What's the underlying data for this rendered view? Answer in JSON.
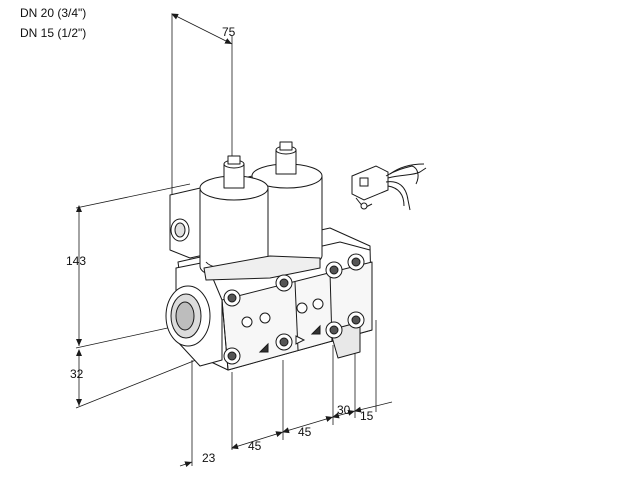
{
  "header": {
    "line1": "DN 20 (3/4\")",
    "line2": "DN 15 (1/2\")"
  },
  "dimensions": {
    "width_top": "75",
    "height": "143",
    "inlet_height": "32",
    "depth_left": "23",
    "spacing_1": "45",
    "spacing_2": "45",
    "offset_1": "30",
    "offset_2": "15"
  },
  "colors": {
    "line": "#1a1a1a",
    "body_fill": "#ffffff",
    "shade": "#cfcfcf",
    "dark": "#333333"
  },
  "icons": {
    "valve": "double-solenoid-valve",
    "connector": "plug-connector-with-cable"
  }
}
